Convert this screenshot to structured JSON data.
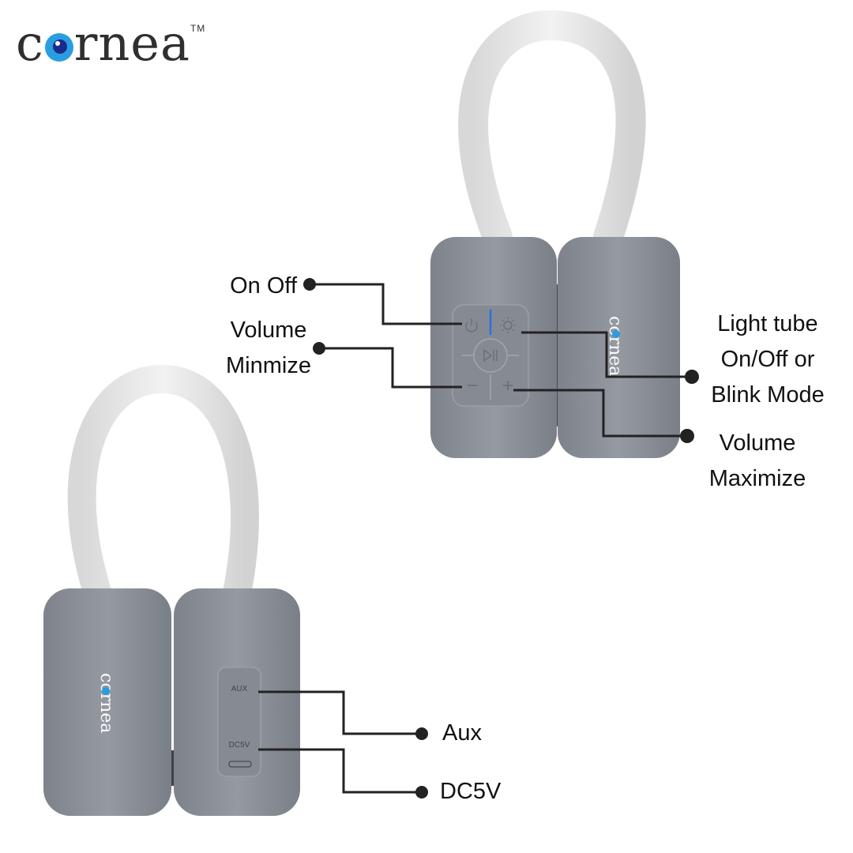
{
  "brand": {
    "name_prefix": "c",
    "name_suffix": "rnea",
    "tm": "TM"
  },
  "device_brand": "cornea",
  "top_device": {
    "labels": {
      "on_off": "On Off",
      "volume_min_line1": "Volume",
      "volume_min_line2": "Minmize",
      "light_line1": "Light tube",
      "light_line2": "On/Off or",
      "light_line3": "Blink Mode",
      "volume_max_line1": "Volume",
      "volume_max_line2": "Maximize"
    },
    "icons": [
      "power-icon",
      "light-icon",
      "play-pause-icon",
      "minus-icon",
      "plus-icon"
    ]
  },
  "bottom_device": {
    "ports": {
      "aux": "AUX",
      "dc": "DC5V"
    },
    "labels": {
      "aux": "Aux",
      "dc": "DC5V"
    }
  },
  "colors": {
    "body": "#8b9098",
    "body_dark": "#6f747c",
    "strap": "#e6e6e6",
    "line": "#222222",
    "accent_blue": "#2a6fe0",
    "logo_blue": "#2a9de0"
  }
}
